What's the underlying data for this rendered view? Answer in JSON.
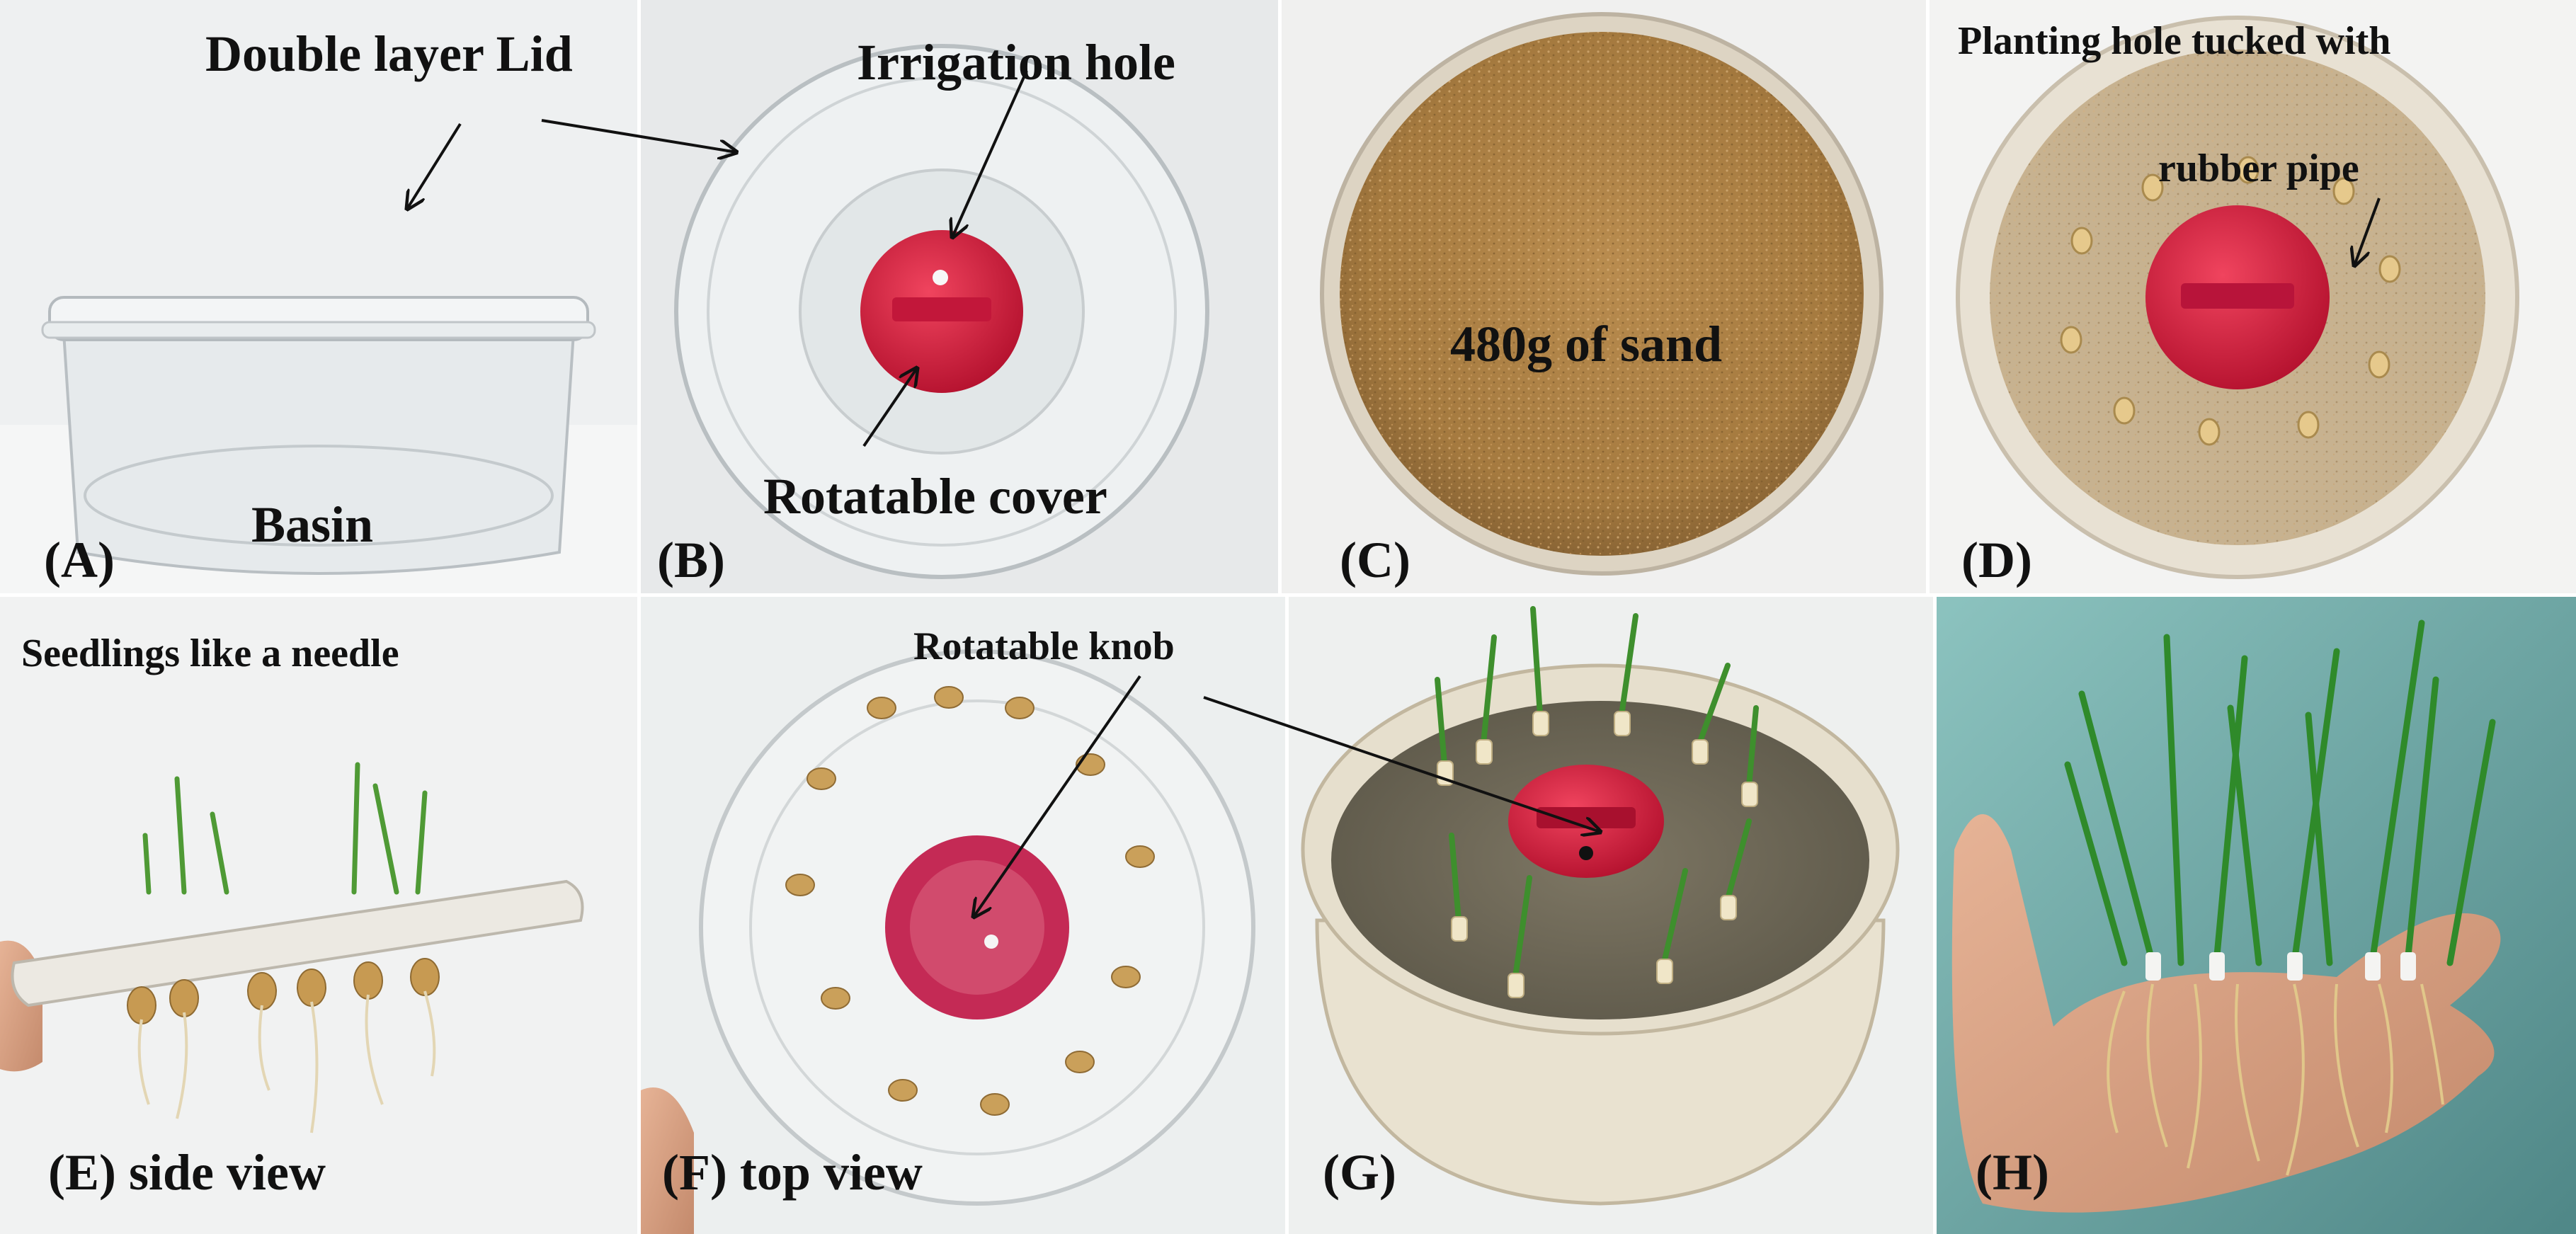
{
  "panels": {
    "a": {
      "panel_label": "(A)",
      "annotations": {
        "lid": "Double layer Lid",
        "basin": "Basin"
      }
    },
    "b": {
      "panel_label": "(B)",
      "annotations": {
        "irrigation": "Irrigation hole",
        "cover": "Rotatable cover"
      }
    },
    "c": {
      "panel_label": "(C)",
      "annotations": {
        "sand": "480g of sand"
      }
    },
    "d": {
      "panel_label": "(D)",
      "annotations": {
        "planting": "Planting hole tucked with",
        "pipe": "rubber pipe"
      }
    },
    "e": {
      "panel_label": "(E) side view",
      "annotations": {
        "seedlings": "Seedlings  like a needle"
      }
    },
    "f": {
      "panel_label": "(F) top view",
      "annotations": {
        "knob": "Rotatable knob"
      }
    },
    "g": {
      "panel_label": "(G)"
    },
    "h": {
      "panel_label": "(H)"
    }
  },
  "colors": {
    "cover_red": "#d81e3f",
    "sand": "#b08448",
    "leaf_green": "#3a8a2c",
    "wall_teal": "#6fa6a6",
    "label_text": "#111111"
  }
}
